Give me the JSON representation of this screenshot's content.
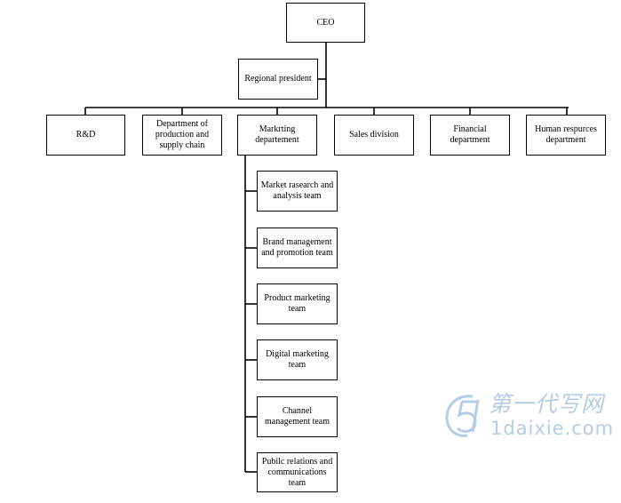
{
  "chart": {
    "ceo": "CEO",
    "regional": "Regional president",
    "departments": [
      "R&D",
      "Department of production and supply chain",
      "Markrting departement",
      "Sales division",
      "Financial department",
      "Human respurces department"
    ],
    "teams": [
      "Market rasearch and analysis team",
      "Brand management and promotion team",
      "Product marketing team",
      "Digital marketing team",
      "Channel management team",
      "Pubilc relations and communications team"
    ]
  },
  "watermark": {
    "cn": "第一代写网",
    "en": "1daixie.com",
    "color": "#b5cbe6"
  }
}
